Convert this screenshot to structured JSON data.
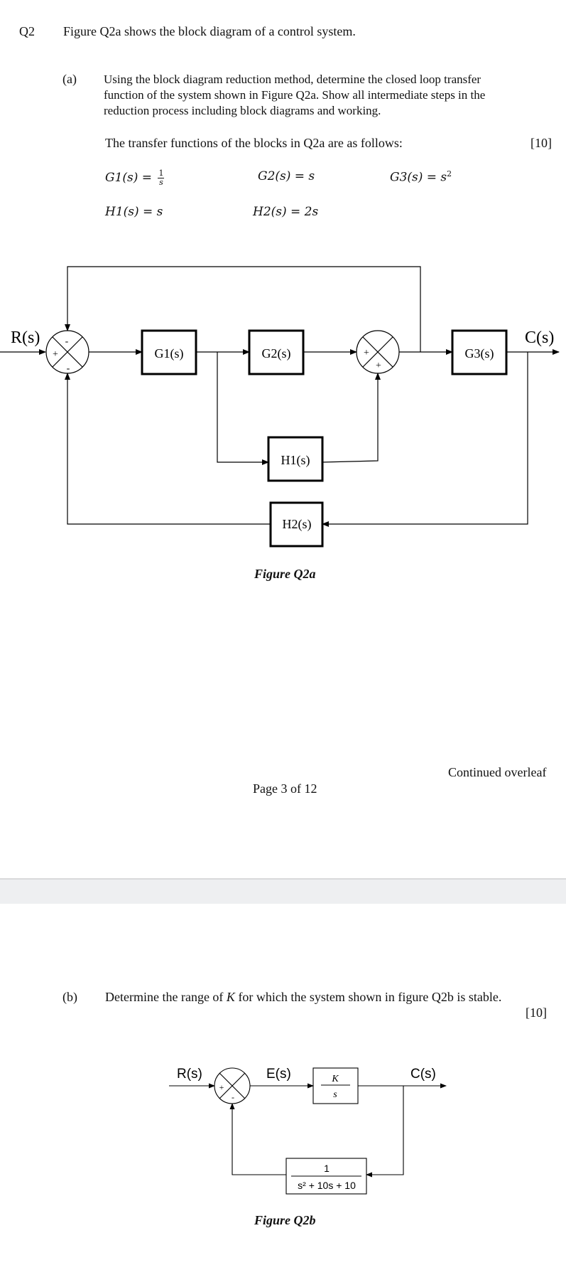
{
  "page_top": {
    "question_number": "Q2",
    "intro": "Figure Q2a shows the block diagram of a control system.",
    "part_a": {
      "label": "(a)",
      "paragraph_lines": [
        "Using the block diagram reduction method, determine the closed loop transfer",
        "function of the system shown in Figure Q2a. Show all intermediate steps in the",
        "reduction process including block diagrams and working."
      ],
      "tf_intro": "The transfer functions of the blocks in Q2a are as follows:",
      "marks": "[10]",
      "g1_lhs": "G1(s) =",
      "g1_num": "1",
      "g1_den": "s",
      "g2": "G2(s) = s",
      "g3": "G3(s) = s",
      "g3_exp": "2",
      "h1": "H1(s) = s",
      "h2": "H2(s) = 2s"
    },
    "figure_q2a": {
      "input_label": "R(s)",
      "output_label": "C(s)",
      "sum1_signs": {
        "top": "-",
        "left": "+",
        "bottom": "-"
      },
      "sum2_signs": {
        "left": "+",
        "bottom": "+"
      },
      "blocks": {
        "g1": "G1(s)",
        "g2": "G2(s)",
        "g3": "G3(s)",
        "h1": "H1(s)",
        "h2": "H2(s)"
      },
      "caption": "Figure Q2a"
    },
    "continued": "Continued overleaf",
    "page_number": "Page 3 of 12"
  },
  "page_bottom": {
    "part_b": {
      "label": "(b)",
      "text_before": "Determine the range of ",
      "text_k": "K",
      "text_after": " for which the system shown in figure Q2b is stable.",
      "marks": "[10]"
    },
    "figure_q2b": {
      "input_label": "R(s)",
      "error_label": "E(s)",
      "output_label": "C(s)",
      "sum_signs": {
        "left": "+",
        "bottom": "-"
      },
      "forward_num": "K",
      "forward_den": "s",
      "feedback_num": "1",
      "feedback_den": "s² + 10s + 10",
      "caption": "Figure Q2b"
    }
  }
}
